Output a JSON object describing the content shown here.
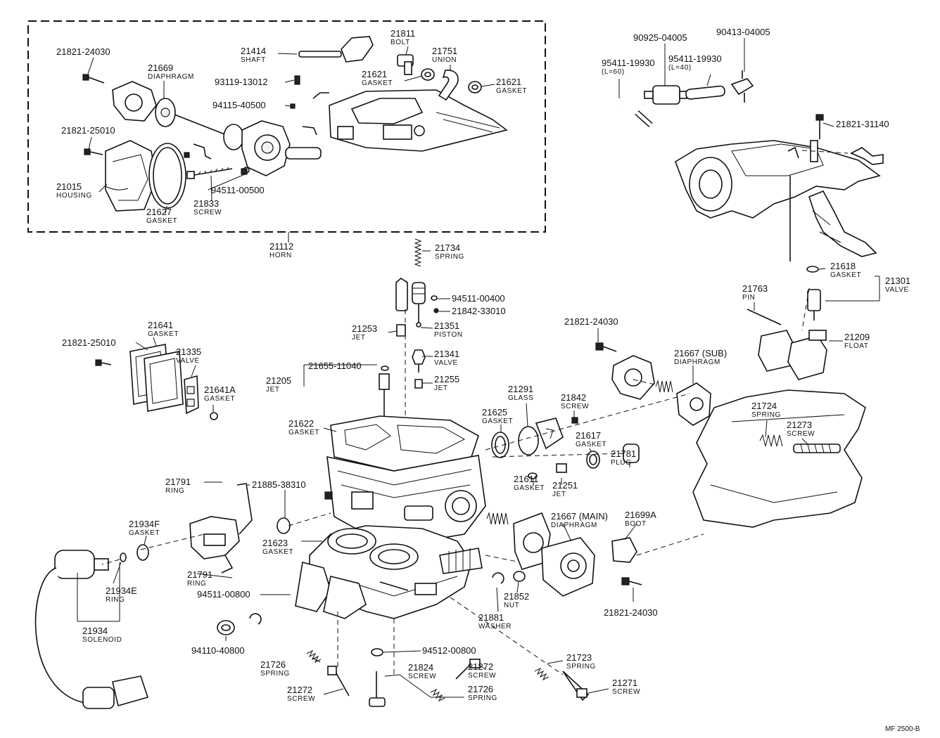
{
  "title": "Carburetor parts diagram",
  "drawing_code": "MF 2500-B",
  "labels": {
    "l01": {
      "num": "21821-24030",
      "name": ""
    },
    "l02": {
      "num": "21669",
      "name": "DIAPHRAGM"
    },
    "l03": {
      "num": "21414",
      "name": "SHAFT"
    },
    "l04": {
      "num": "21811",
      "name": "BOLT"
    },
    "l05": {
      "num": "21751",
      "name": "UNION"
    },
    "l06": {
      "num": "21621",
      "name": "GASKET"
    },
    "l07": {
      "num": "21621",
      "name": "GASKET"
    },
    "l08": {
      "num": "93119-13012",
      "name": ""
    },
    "l09": {
      "num": "94115-40500",
      "name": ""
    },
    "l10": {
      "num": "21821-25010",
      "name": ""
    },
    "l11": {
      "num": "21015",
      "name": "HOUSING"
    },
    "l12": {
      "num": "94511-00500",
      "name": ""
    },
    "l13": {
      "num": "21627",
      "name": "GASKET"
    },
    "l14": {
      "num": "21833",
      "name": "SCREW"
    },
    "l15": {
      "num": "21112",
      "name": "HORN"
    },
    "l16": {
      "num": "90925-04005",
      "name": ""
    },
    "l17": {
      "num": "90413-04005",
      "name": ""
    },
    "l18": {
      "num": "95411-19930",
      "name": "(L=60)"
    },
    "l19": {
      "num": "95411-19930",
      "name": "(L=40)"
    },
    "l20": {
      "num": "21821-31140",
      "name": ""
    },
    "l21": {
      "num": "21734",
      "name": "SPRING"
    },
    "l22": {
      "num": "94511-00400",
      "name": ""
    },
    "l23": {
      "num": "21842-33010",
      "name": ""
    },
    "l24": {
      "num": "21253",
      "name": "JET"
    },
    "l25": {
      "num": "21351",
      "name": "PISTON"
    },
    "l26": {
      "num": "21641",
      "name": "GASKET"
    },
    "l27": {
      "num": "21821-25010",
      "name": ""
    },
    "l28": {
      "num": "21335",
      "name": "VALVE"
    },
    "l29": {
      "num": "21641A",
      "name": "GASKET"
    },
    "l30": {
      "num": "21655-11040",
      "name": ""
    },
    "l31": {
      "num": "21205",
      "name": "JET"
    },
    "l32": {
      "num": "21341",
      "name": "VALVE"
    },
    "l33": {
      "num": "21255",
      "name": "JET"
    },
    "l34": {
      "num": "21622",
      "name": "GASKET"
    },
    "l35": {
      "num": "21618",
      "name": "GASKET"
    },
    "l36": {
      "num": "21301",
      "name": "VALVE"
    },
    "l37": {
      "num": "21763",
      "name": "PIN"
    },
    "l38": {
      "num": "21821-24030",
      "name": ""
    },
    "l39": {
      "num": "21209",
      "name": "FLOAT"
    },
    "l40": {
      "num": "21667 (SUB)",
      "name": "DIAPHRAGM"
    },
    "l41": {
      "num": "21291",
      "name": "GLASS"
    },
    "l42": {
      "num": "21842",
      "name": "SCREW"
    },
    "l43": {
      "num": "21625",
      "name": "GASKET"
    },
    "l44": {
      "num": "21617",
      "name": "GASKET"
    },
    "l45": {
      "num": "21724",
      "name": "SPRING"
    },
    "l46": {
      "num": "21273",
      "name": "SCREW"
    },
    "l47": {
      "num": "21781",
      "name": "PLUG"
    },
    "l48": {
      "num": "21791",
      "name": "RING"
    },
    "l49": {
      "num": "21885-38310",
      "name": ""
    },
    "l50": {
      "num": "21611",
      "name": "GASKET"
    },
    "l51": {
      "num": "21251",
      "name": "JET"
    },
    "l52": {
      "num": "21934F",
      "name": "GASKET"
    },
    "l53": {
      "num": "21623",
      "name": "GASKET"
    },
    "l54": {
      "num": "21667 (MAIN)",
      "name": "DIAPHRAGM"
    },
    "l55": {
      "num": "21699A",
      "name": "BOOT"
    },
    "l56": {
      "num": "21791",
      "name": "RING"
    },
    "l57": {
      "num": "21934E",
      "name": "RING"
    },
    "l58": {
      "num": "94511-00800",
      "name": ""
    },
    "l59": {
      "num": "21852",
      "name": "NUT"
    },
    "l60": {
      "num": "21821-24030",
      "name": ""
    },
    "l61": {
      "num": "21934",
      "name": "SOLENOID"
    },
    "l62": {
      "num": "21881",
      "name": "WASHER"
    },
    "l63": {
      "num": "94110-40800",
      "name": ""
    },
    "l64": {
      "num": "94512-00800",
      "name": ""
    },
    "l65": {
      "num": "21723",
      "name": "SPRING"
    },
    "l66": {
      "num": "21726",
      "name": "SPRING"
    },
    "l67": {
      "num": "21824",
      "name": "SCREW"
    },
    "l68": {
      "num": "21272",
      "name": "SCREW"
    },
    "l69": {
      "num": "21272",
      "name": "SCREW"
    },
    "l70": {
      "num": "21726",
      "name": "SPRING"
    },
    "l71": {
      "num": "21271",
      "name": "SCREW"
    }
  }
}
